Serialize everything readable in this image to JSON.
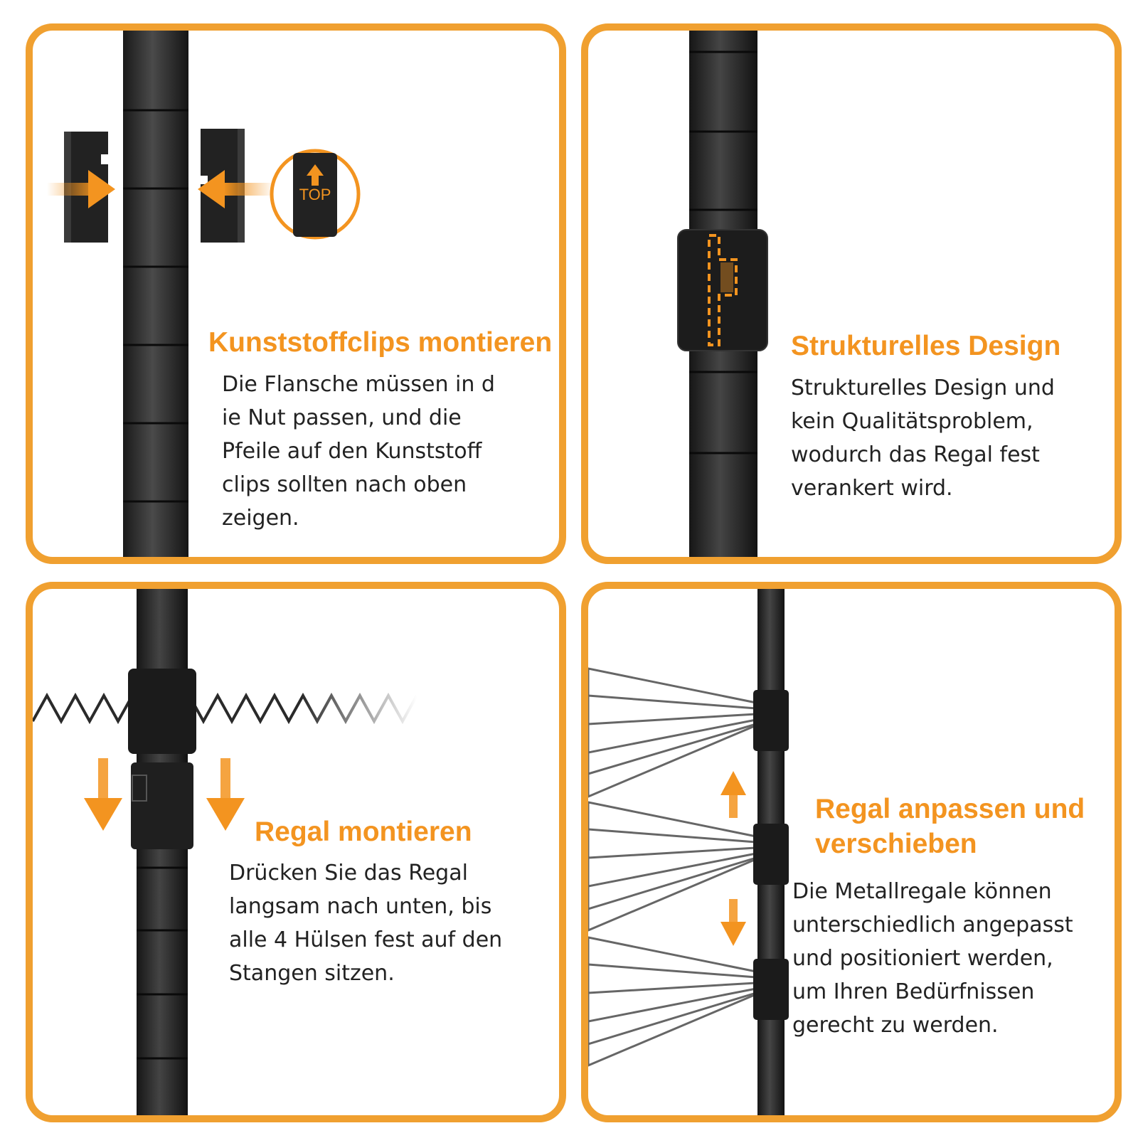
{
  "accent_color": "#f0a030",
  "panels": [
    {
      "title": "Kunststoffclips montieren",
      "body": "Die Flansche müssen in d\nie Nut passen, und die\nPfeile auf den Kunststoff\nclips sollten nach oben\nzeigen.",
      "badge": "TOP"
    },
    {
      "title": "Strukturelles Design",
      "body": "Strukturelles Design und\nkein Qualitätsproblem,\nwodurch das Regal fest\nverankert wird."
    },
    {
      "title": "Regal montieren",
      "body": "Drücken Sie das Regal\nlangsam nach unten, bis\nalle 4 Hülsen fest auf den\nStangen sitzen."
    },
    {
      "title": "Regal anpassen und\n verschieben",
      "body": "Die Metallregale können\nunterschiedlich angepasst\n und positioniert werden,\n um Ihren Bedürfnissen\n gerecht zu werden."
    }
  ]
}
